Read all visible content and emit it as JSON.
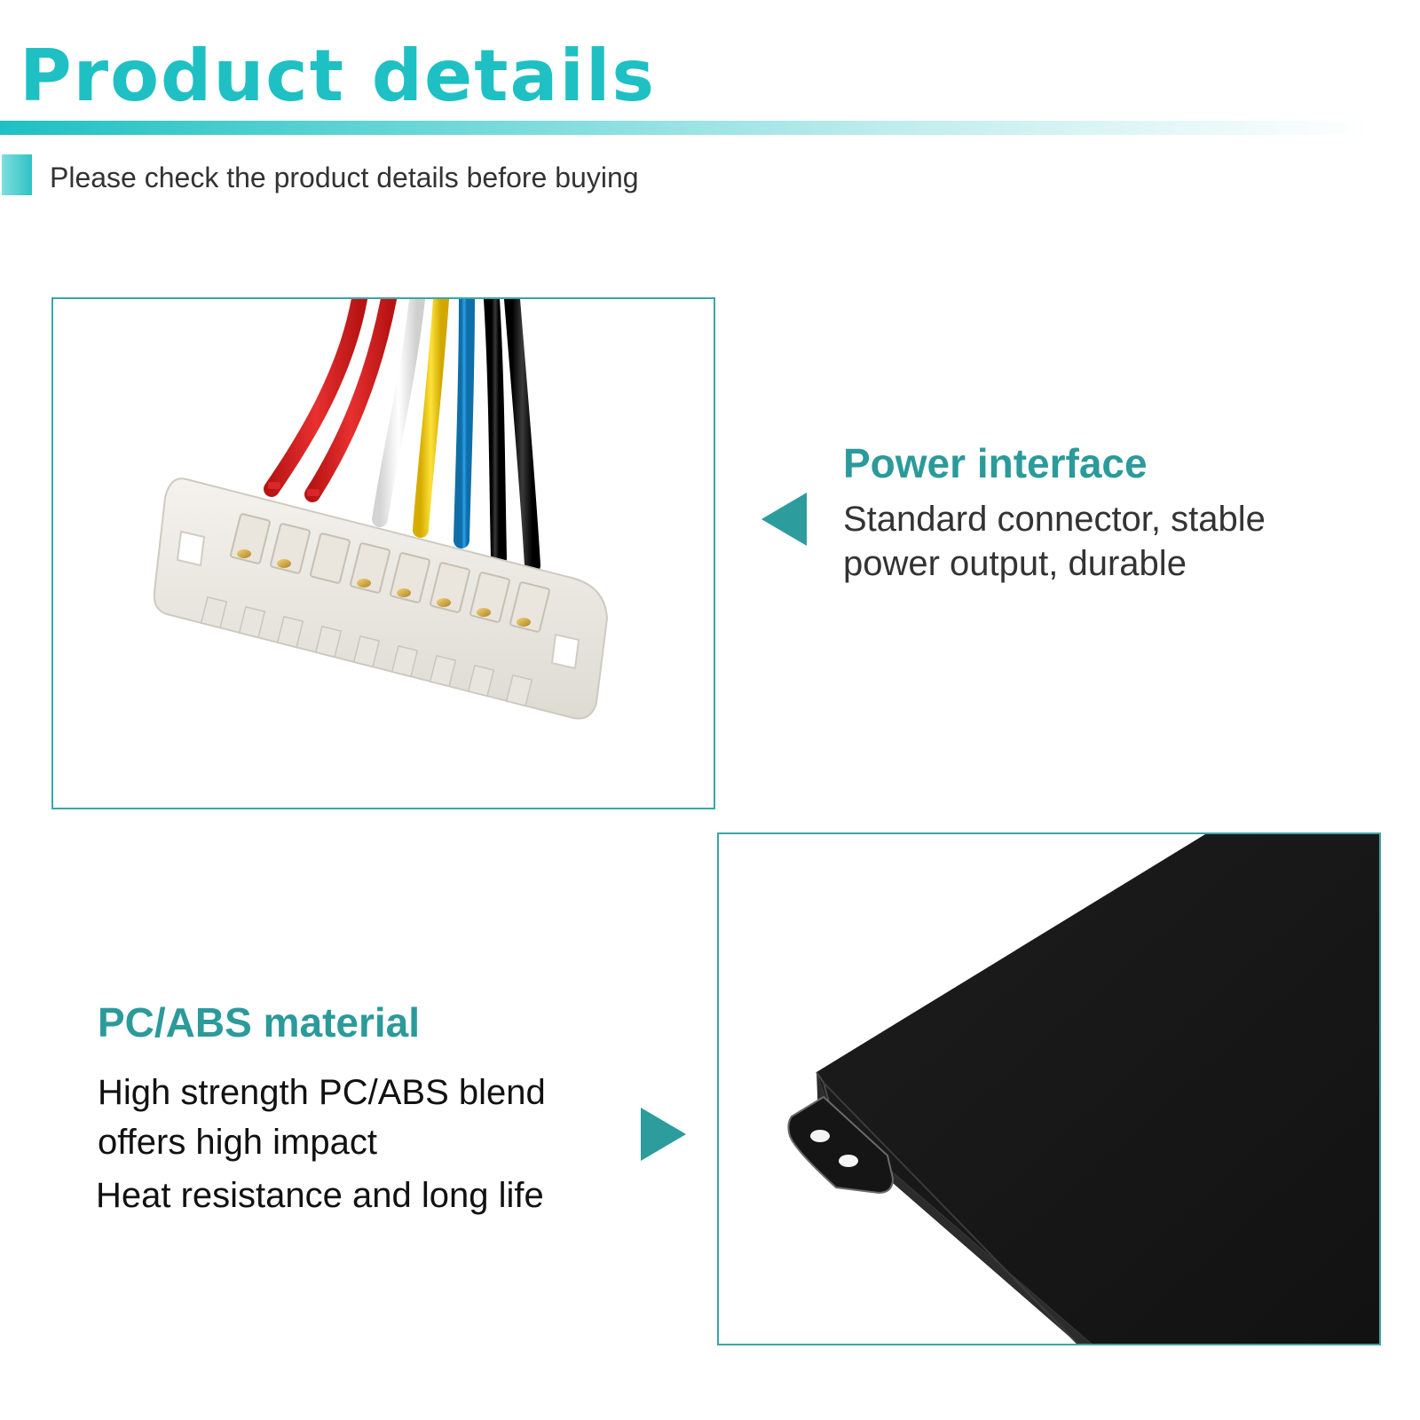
{
  "header": {
    "title": "Product details",
    "subtitle": "Please check the product details before buying"
  },
  "features": [
    {
      "title": "Power interface",
      "description_lines": [
        "Standard connector, stable",
        "power output, durable"
      ]
    },
    {
      "title": "PC/ABS material",
      "description_lines": [
        "High strength PC/ABS blend",
        "offers high impact",
        "Heat resistance and long life"
      ]
    }
  ],
  "colors": {
    "brand_teal": "#1fc0c3",
    "accent_teal": "#2b9a9a",
    "frame_teal": "#3aa6a6",
    "wire_red": "#e02020",
    "wire_white": "#f4f4f4",
    "wire_yellow": "#f5cd12",
    "wire_blue": "#1c8fd6",
    "wire_black": "#111111",
    "battery_body": "#161616"
  },
  "images": [
    {
      "name": "connector-photo",
      "depicts": "white multi-pin power connector with red, white, yellow, blue and black wires"
    },
    {
      "name": "battery-corner-photo",
      "depicts": "corner of black battery pack with mounting tab"
    }
  ]
}
